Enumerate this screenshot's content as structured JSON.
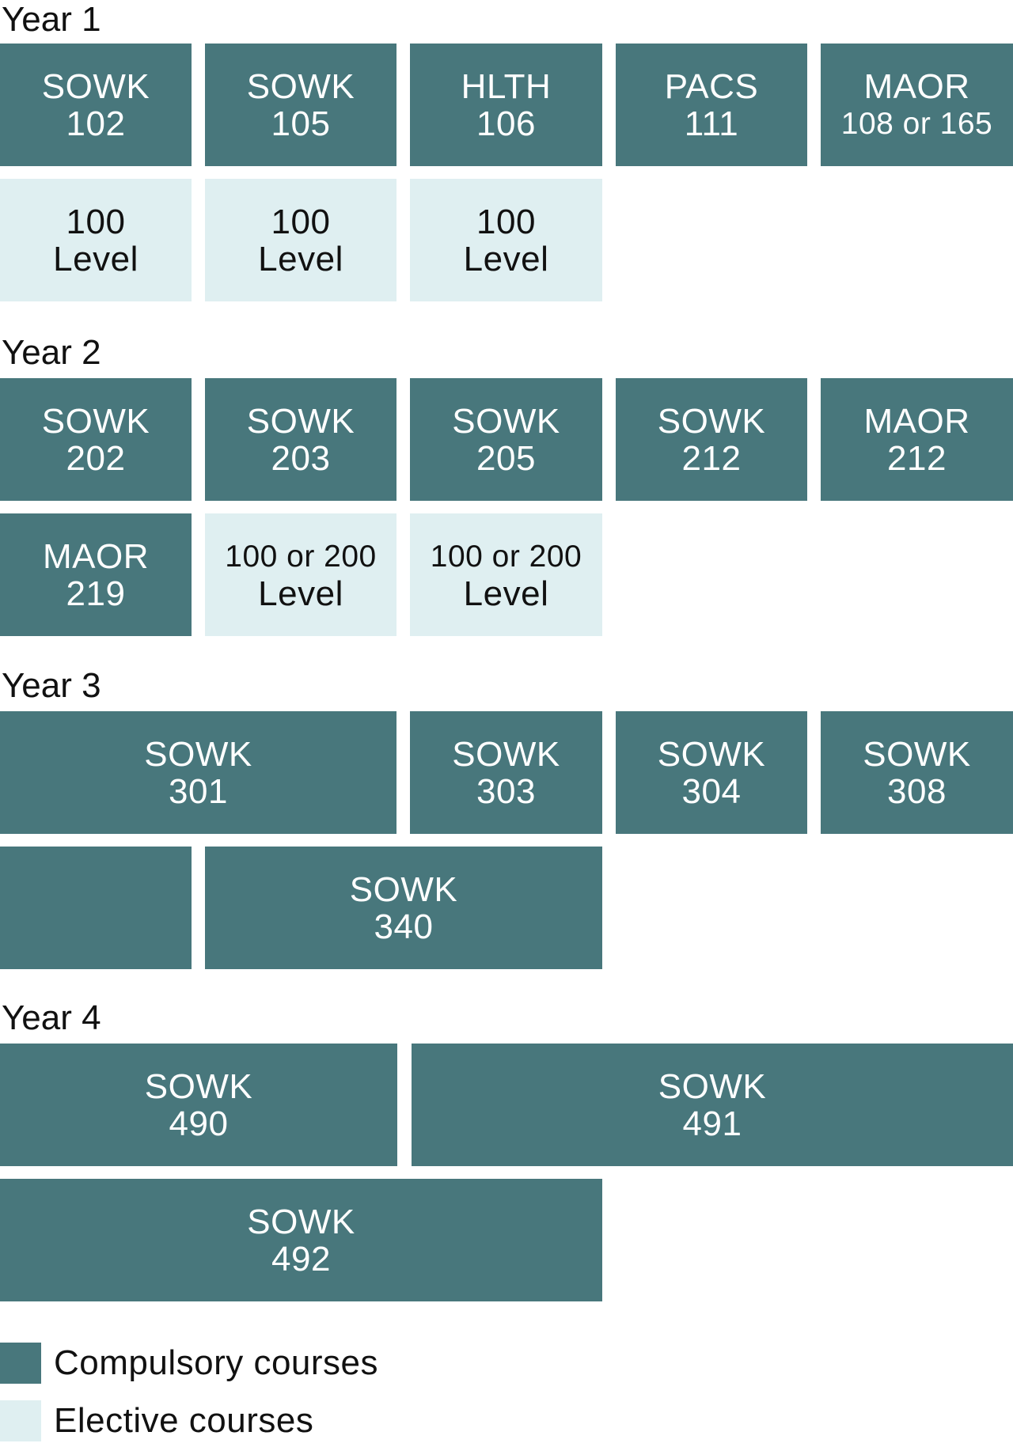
{
  "colors": {
    "compulsory": "#48777c",
    "elective": "#dfeff1",
    "text_dark": "#111111",
    "text_light": "#ffffff"
  },
  "years": [
    {
      "heading": "Year 1",
      "courses": [
        {
          "type": "compulsory",
          "line1": "SOWK",
          "line2": "102"
        },
        {
          "type": "compulsory",
          "line1": "SOWK",
          "line2": "105"
        },
        {
          "type": "compulsory",
          "line1": "HLTH",
          "line2": "106"
        },
        {
          "type": "compulsory",
          "line1": "PACS",
          "line2": "111"
        },
        {
          "type": "compulsory",
          "line1": "MAOR",
          "line2": "108 or 165"
        },
        {
          "type": "elective",
          "line1": "100",
          "line2": "Level"
        },
        {
          "type": "elective",
          "line1": "100",
          "line2": "Level"
        },
        {
          "type": "elective",
          "line1": "100",
          "line2": "Level"
        }
      ]
    },
    {
      "heading": "Year 2",
      "courses": [
        {
          "type": "compulsory",
          "line1": "SOWK",
          "line2": "202"
        },
        {
          "type": "compulsory",
          "line1": "SOWK",
          "line2": "203"
        },
        {
          "type": "compulsory",
          "line1": "SOWK",
          "line2": "205"
        },
        {
          "type": "compulsory",
          "line1": "SOWK",
          "line2": "212"
        },
        {
          "type": "compulsory",
          "line1": "MAOR",
          "line2": "212"
        },
        {
          "type": "compulsory",
          "line1": "MAOR",
          "line2": "219"
        },
        {
          "type": "elective",
          "line1": "100 or 200",
          "line2": "Level"
        },
        {
          "type": "elective",
          "line1": "100 or 200",
          "line2": "Level"
        }
      ]
    },
    {
      "heading": "Year 3",
      "courses": [
        {
          "type": "compulsory",
          "line1": "SOWK",
          "line2": "301"
        },
        {
          "type": "compulsory",
          "line1": "SOWK",
          "line2": "303"
        },
        {
          "type": "compulsory",
          "line1": "SOWK",
          "line2": "304"
        },
        {
          "type": "compulsory",
          "line1": "SOWK",
          "line2": "308"
        },
        {
          "type": "compulsory",
          "line1": "",
          "line2": ""
        },
        {
          "type": "compulsory",
          "line1": "SOWK",
          "line2": "340"
        }
      ]
    },
    {
      "heading": "Year 4",
      "courses": [
        {
          "type": "compulsory",
          "line1": "SOWK",
          "line2": "490"
        },
        {
          "type": "compulsory",
          "line1": "SOWK",
          "line2": "491"
        },
        {
          "type": "compulsory",
          "line1": "SOWK",
          "line2": "492"
        }
      ]
    }
  ],
  "legend": [
    {
      "type": "compulsory",
      "label": "Compulsory courses"
    },
    {
      "type": "elective",
      "label": "Elective courses"
    }
  ]
}
